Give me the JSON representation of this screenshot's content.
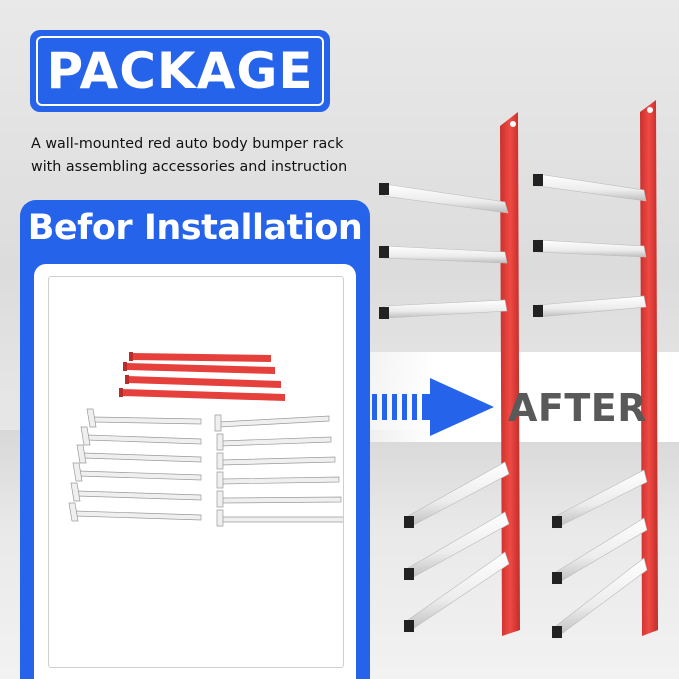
{
  "header": {
    "title": "PACKAGE",
    "description_line1": "A wall-mounted red auto body bumper rack",
    "description_line2": "with assembling accessories and instruction"
  },
  "before_panel": {
    "title": "Befor Installation"
  },
  "after_label": "AFTER",
  "colors": {
    "brand_blue": "#2563ea",
    "rack_red": "#e5403c",
    "arm_silver": "#e6e6e6",
    "after_text_gray": "#595959"
  },
  "icons": {
    "arrow": "arrow-right-icon"
  }
}
